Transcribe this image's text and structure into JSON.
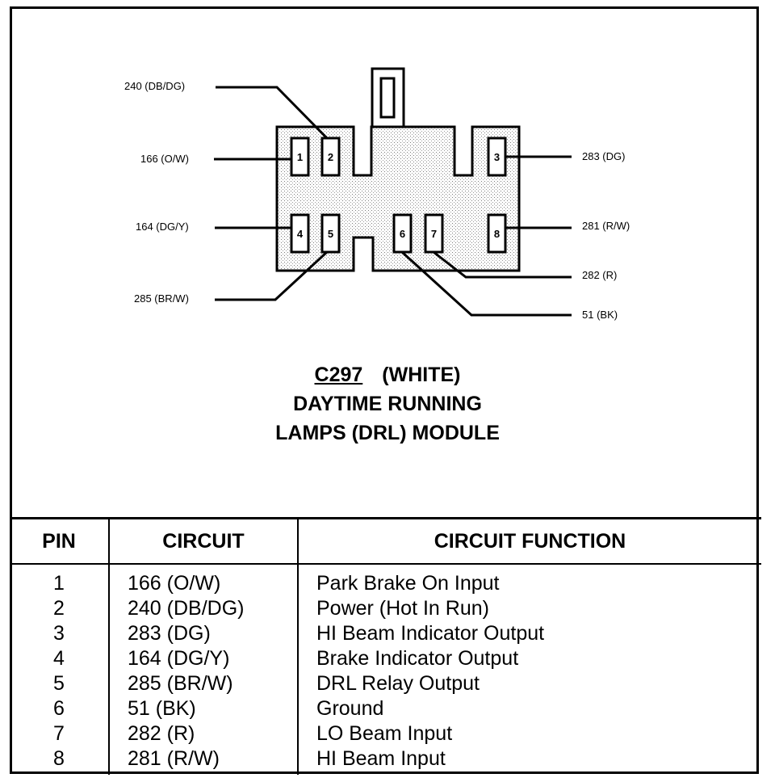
{
  "connector": {
    "id": "C297",
    "color": "(WHITE)",
    "name_line1": "DAYTIME RUNNING",
    "name_line2": "LAMPS (DRL) MODULE"
  },
  "pins": [
    {
      "num": "1",
      "wire": "166 (O/W)"
    },
    {
      "num": "2",
      "wire": "240 (DB/DG)"
    },
    {
      "num": "3",
      "wire": "283 (DG)"
    },
    {
      "num": "4",
      "wire": "164 (DG/Y)"
    },
    {
      "num": "5",
      "wire": "285 (BR/W)"
    },
    {
      "num": "6",
      "wire": "51 (BK)"
    },
    {
      "num": "7",
      "wire": "282 (R)"
    },
    {
      "num": "8",
      "wire": "281 (R/W)"
    }
  ],
  "table": {
    "headers": {
      "pin": "PIN",
      "circuit": "CIRCUIT",
      "function": "CIRCUIT FUNCTION"
    },
    "rows": [
      {
        "pin": "1",
        "circuit": "166 (O/W)",
        "function": "Park Brake On Input"
      },
      {
        "pin": "2",
        "circuit": "240 (DB/DG)",
        "function": "Power (Hot In Run)"
      },
      {
        "pin": "3",
        "circuit": "283 (DG)",
        "function": "HI Beam Indicator Output"
      },
      {
        "pin": "4",
        "circuit": "164 (DG/Y)",
        "function": "Brake Indicator Output"
      },
      {
        "pin": "5",
        "circuit": "285 (BR/W)",
        "function": "DRL Relay Output"
      },
      {
        "pin": "6",
        "circuit": "51 (BK)",
        "function": "Ground"
      },
      {
        "pin": "7",
        "circuit": "282 (R)",
        "function": "LO Beam Input"
      },
      {
        "pin": "8",
        "circuit": "281 (R/W)",
        "function": "HI Beam Input"
      }
    ]
  }
}
